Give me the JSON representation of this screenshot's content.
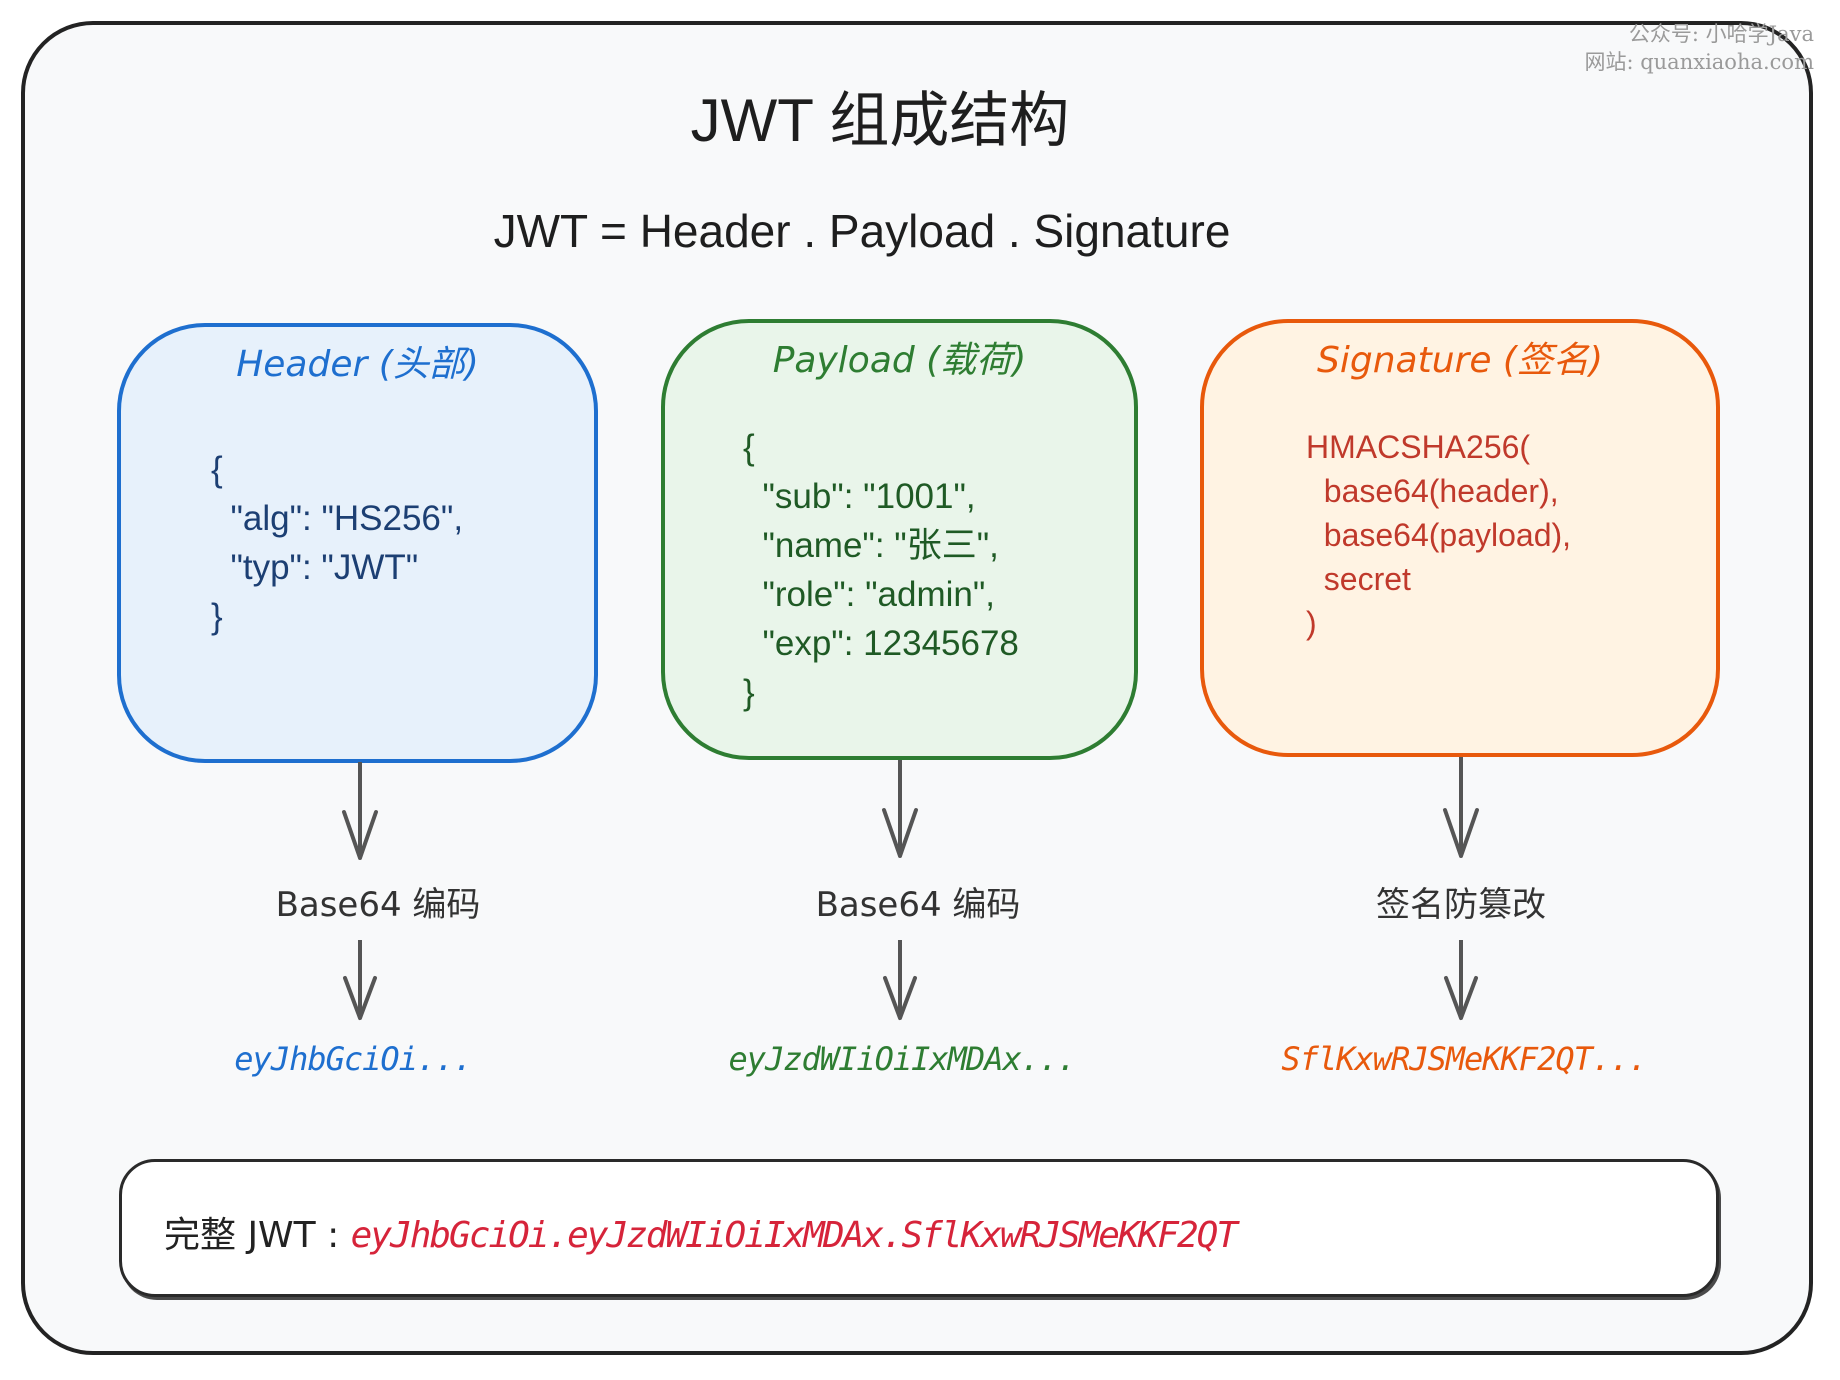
{
  "watermark": {
    "line1": "公众号: 小哈学Java",
    "line2": "网站: quanxiaoha.com"
  },
  "title": "JWT 组成结构",
  "formula": "JWT = Header . Payload . Signature",
  "colors": {
    "header": "#1e6fcf",
    "header_bg": "#e7f1fb",
    "payload": "#2e7d32",
    "payload_bg": "#e9f5ea",
    "signature": "#e8590c",
    "signature_bg": "#fff3e3",
    "signature_code": "#c0392b",
    "full_token": "#d6243a",
    "arrow": "#555555"
  },
  "cards": [
    {
      "id": "header",
      "title": "Header (头部)",
      "code": "{\n  \"alg\": \"HS256\",\n  \"typ\": \"JWT\"\n}",
      "step_label": "Base64 编码",
      "token": "eyJhbGciOi..."
    },
    {
      "id": "payload",
      "title": "Payload (载荷)",
      "code": "{\n  \"sub\": \"1001\",\n  \"name\": \"张三\",\n  \"role\": \"admin\",\n  \"exp\": 12345678\n}",
      "step_label": "Base64 编码",
      "token": "eyJzdWIiOiIxMDAx..."
    },
    {
      "id": "signature",
      "title": "Signature (签名)",
      "code": "HMACSHA256(\n  base64(header),\n  base64(payload),\n  secret\n)",
      "step_label": "签名防篡改",
      "token": "SflKxwRJSMeKKF2QT..."
    }
  ],
  "full_jwt": {
    "label": "完整 JWT : ",
    "value": "eyJhbGciOi.eyJzdWIiOiIxMDAx.SflKxwRJSMeKKF2QT"
  }
}
